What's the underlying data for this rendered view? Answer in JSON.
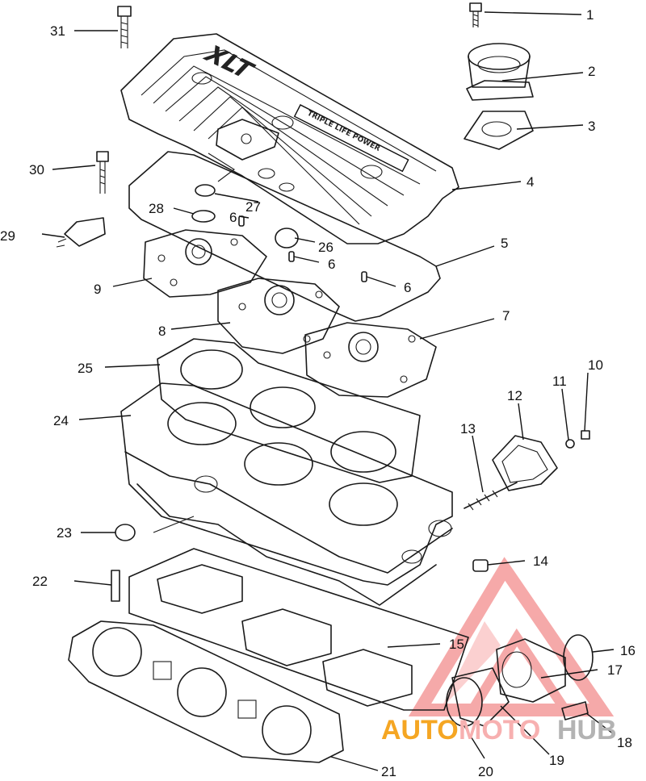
{
  "diagram": {
    "emblem_text": "XLT",
    "plate_text": "TRIPLE LIFE POWER",
    "callouts": [
      {
        "id": "1",
        "part": "bolt"
      },
      {
        "id": "2",
        "part": "thermostat-housing"
      },
      {
        "id": "3",
        "part": "housing-gasket"
      },
      {
        "id": "4",
        "part": "cylinder-head-cover"
      },
      {
        "id": "5",
        "part": "cover-gasket"
      },
      {
        "id": "6",
        "part": "dowel-pin"
      },
      {
        "id": "7",
        "part": "cylinder-head"
      },
      {
        "id": "8",
        "part": "cylinder-head"
      },
      {
        "id": "9",
        "part": "cylinder-head"
      },
      {
        "id": "10",
        "part": "nut"
      },
      {
        "id": "11",
        "part": "washer"
      },
      {
        "id": "12",
        "part": "exhaust-cover"
      },
      {
        "id": "13",
        "part": "stud"
      },
      {
        "id": "14",
        "part": "plug"
      },
      {
        "id": "15",
        "part": "base-gasket"
      },
      {
        "id": "16",
        "part": "o-ring"
      },
      {
        "id": "17",
        "part": "fitting"
      },
      {
        "id": "18",
        "part": "screw"
      },
      {
        "id": "19",
        "part": "hose"
      },
      {
        "id": "20",
        "part": "clamp"
      },
      {
        "id": "21",
        "part": "exhaust-gasket"
      },
      {
        "id": "22",
        "part": "fitting"
      },
      {
        "id": "23",
        "part": "plug"
      },
      {
        "id": "24",
        "part": "cylinder-block"
      },
      {
        "id": "25",
        "part": "head-gasket"
      },
      {
        "id": "26",
        "part": "seal"
      },
      {
        "id": "27",
        "part": "washer"
      },
      {
        "id": "28",
        "part": "o-ring"
      },
      {
        "id": "29",
        "part": "sensor"
      },
      {
        "id": "30",
        "part": "bolt"
      },
      {
        "id": "31",
        "part": "bolt"
      }
    ]
  },
  "watermark": {
    "text_part1": "AUTO",
    "text_part2": "MOTO",
    "text_part3": "HUB",
    "color_part1": "#f5a623",
    "color_part2": "#f7b0b0",
    "color_part3": "#b3b3b3",
    "logo_color": "#f5a0a0"
  }
}
